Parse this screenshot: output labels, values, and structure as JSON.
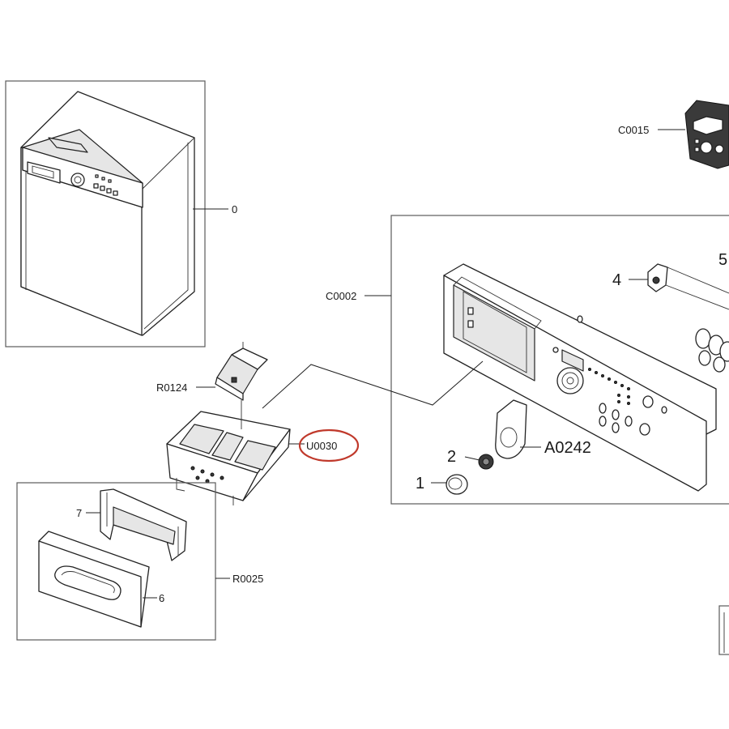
{
  "callouts": {
    "washer_assembly": "0",
    "pcb_module": "C0015",
    "control_panel_assembly": "C0002",
    "drawer_handle_part": "R0124",
    "detergent_drawer": "U0030",
    "drawer_panel_assembly": "R0025",
    "drawer_frame": "7",
    "drawer_panel": "6",
    "knob_cap": "1",
    "knob_spring": "2",
    "knob_bracket": "A0242",
    "small_bracket": "4",
    "truncated_label": "5"
  },
  "highlighted_callout": "U0030",
  "colors": {
    "line": "#222222",
    "frame": "#5a5a5a",
    "highlight": "#c0392b",
    "fill_light": "#e6e6e6"
  }
}
